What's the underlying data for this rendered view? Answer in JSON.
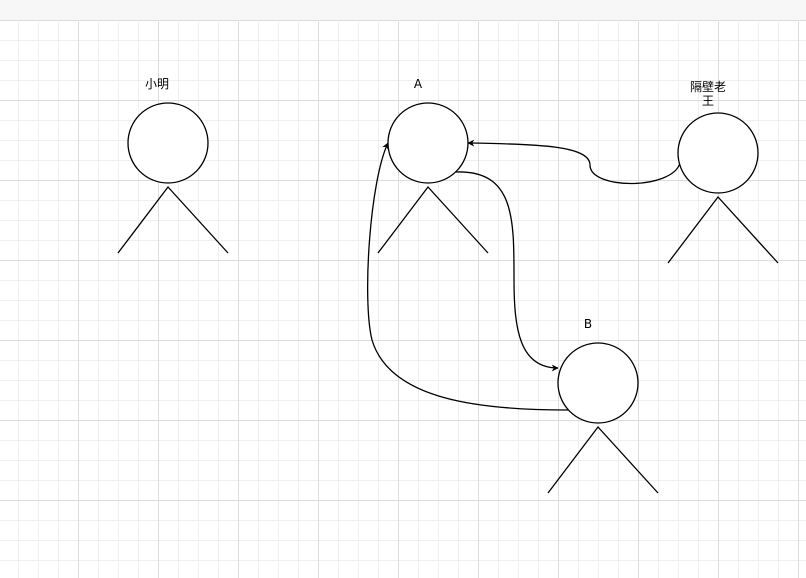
{
  "diagram": {
    "actors": [
      {
        "id": "xiaoming",
        "label": "小明"
      },
      {
        "id": "a",
        "label": "A"
      },
      {
        "id": "neighbor",
        "label_lines": [
          "隔壁老",
          "王"
        ]
      },
      {
        "id": "b",
        "label": "B"
      }
    ],
    "edges": [
      {
        "from": "neighbor",
        "to": "a"
      },
      {
        "from": "a",
        "to": "b"
      },
      {
        "from": "b",
        "to": "a"
      }
    ]
  }
}
